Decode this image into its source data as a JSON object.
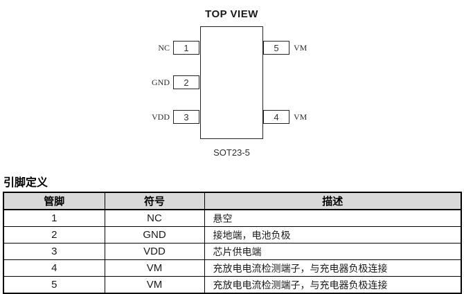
{
  "diagram": {
    "title": "TOP VIEW",
    "package": "SOT23-5",
    "pins": [
      {
        "num": "1",
        "label": "NC",
        "side": "left"
      },
      {
        "num": "2",
        "label": "GND",
        "side": "left"
      },
      {
        "num": "3",
        "label": "VDD",
        "side": "left"
      },
      {
        "num": "4",
        "label": "VM",
        "side": "right"
      },
      {
        "num": "5",
        "label": "VM",
        "side": "right"
      }
    ]
  },
  "section": {
    "heading": "引脚定义"
  },
  "table": {
    "headers": [
      "管脚",
      "符号",
      "描述"
    ],
    "rows": [
      [
        "1",
        "NC",
        "悬空"
      ],
      [
        "2",
        "GND",
        "接地端，电池负极"
      ],
      [
        "3",
        "VDD",
        "芯片供电端"
      ],
      [
        "4",
        "VM",
        "充放电电流检测端子，与充电器负极连接"
      ],
      [
        "5",
        "VM",
        "充放电电流检测端子，与充电器负极连接"
      ]
    ]
  },
  "colors": {
    "header_bg": "#d9d9d9",
    "border": "#000000",
    "text": "#1a1a1a"
  }
}
